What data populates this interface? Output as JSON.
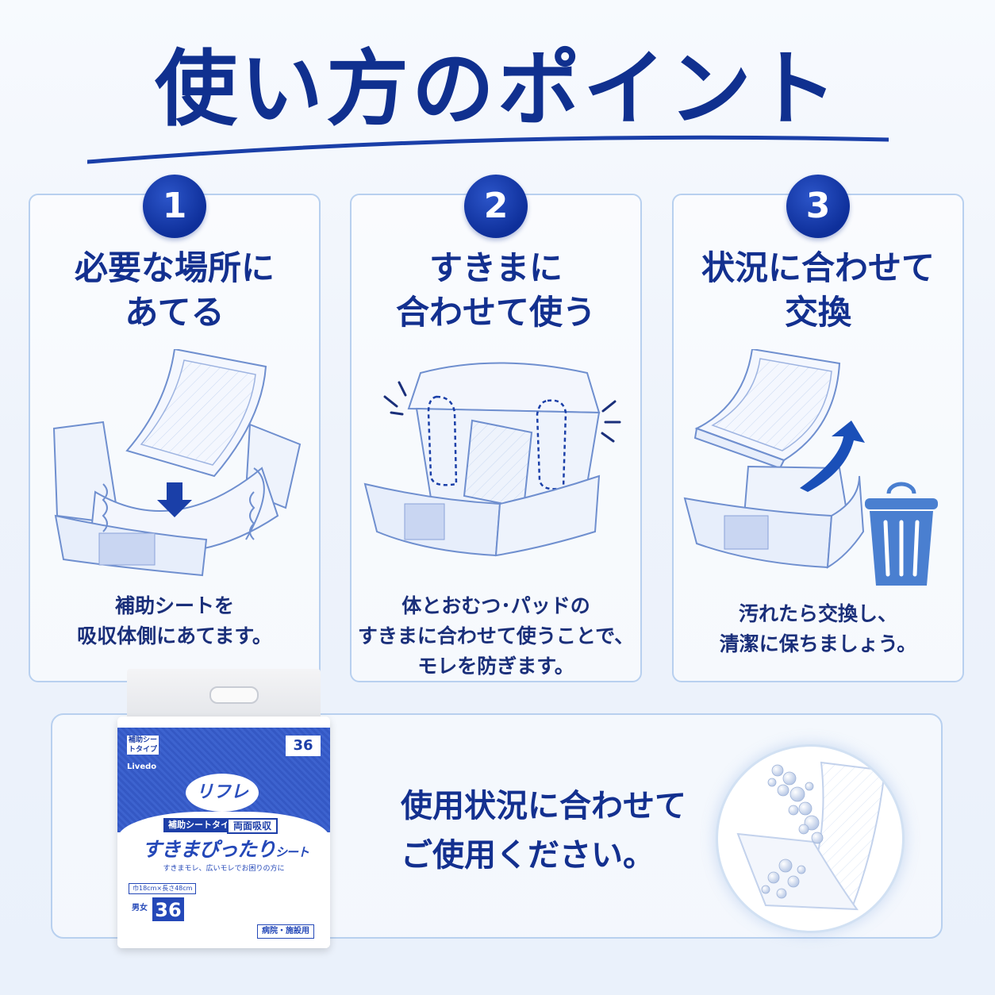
{
  "title": "使い方のポイント",
  "steps": [
    {
      "number": "1",
      "heading_line1": "必要な場所に",
      "heading_line2": "あてる",
      "desc_line1": "補助シートを",
      "desc_line2": "吸収体側にあてます。",
      "desc_line3": ""
    },
    {
      "number": "2",
      "heading_line1": "すきまに",
      "heading_line2": "合わせて使う",
      "desc_line1": "体とおむつ･パッドの",
      "desc_line2": "すきまに合わせて使うことで、",
      "desc_line3": "モレを防ぎます。"
    },
    {
      "number": "3",
      "heading_line1": "状況に合わせて",
      "heading_line2": "交換",
      "desc_line1": "汚れたら交換し、",
      "desc_line2": "清潔に保ちましょう。",
      "desc_line3": ""
    }
  ],
  "bottom": {
    "message_line1": "使用状況に合わせて",
    "message_line2": "ご使用ください。"
  },
  "package": {
    "type_label": "補助シートタイプ",
    "count_top": "36",
    "brand_en": "Livedo",
    "logo": "リフレ",
    "sub_type": "補助シートタイプ",
    "sub_feature": "両面吸収",
    "product_name_main": "すきまぴったり",
    "product_name_suffix": "シート",
    "tagline": "すきまモレ、広いモレでお困りの方に",
    "size": "巾18cm×長さ48cm",
    "count_prefix": "男女",
    "count": "36",
    "usage": "病院・施設用"
  },
  "colors": {
    "primary": "#13308f",
    "badge": "#1a3fb0",
    "border": "#b8d0ef",
    "trash": "#4a7fd0"
  }
}
